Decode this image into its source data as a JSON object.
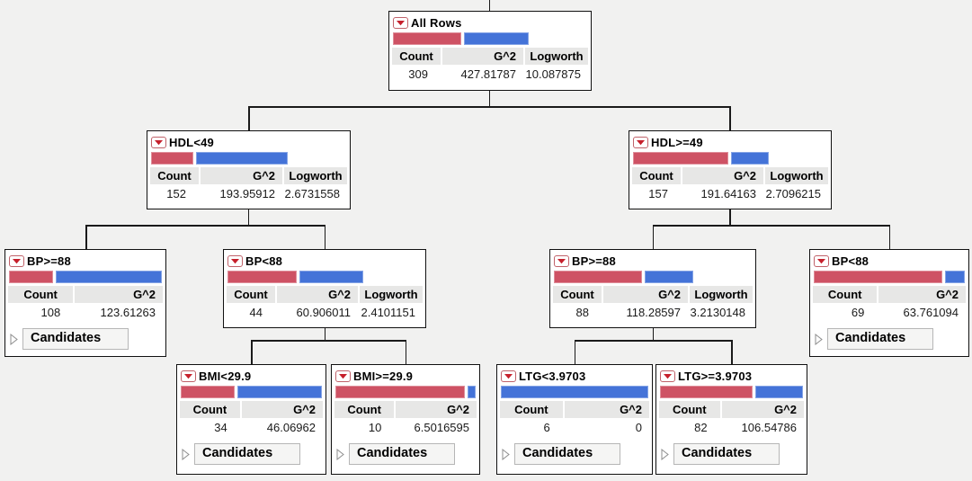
{
  "labels": {
    "candidates": "Candidates"
  },
  "columns": {
    "count": "Count",
    "g2": "G^2",
    "logworth": "Logworth"
  },
  "colors": {
    "red": "#ce5264",
    "blue": "#4473d8",
    "header_band": "#e7e7e6",
    "node_background": "#ffffff",
    "page_background": "#f1f1f0"
  },
  "nodes": {
    "all_rows": {
      "label": "All Rows",
      "count": "309",
      "g2": "427.81787",
      "logworth": "10.087875",
      "red_pct": 50,
      "blue_pct": 50
    },
    "hdl_lt_49": {
      "label": "HDL<49",
      "count": "152",
      "g2": "193.95912",
      "logworth": "2.6731558",
      "red_pct": 31,
      "blue_pct": 69,
      "parent": "All Rows"
    },
    "hdl_ge_49": {
      "label": "HDL>=49",
      "count": "157",
      "g2": "191.64163",
      "logworth": "2.7096215",
      "red_pct": 70,
      "blue_pct": 30,
      "parent": "All Rows"
    },
    "bp_ge_88_left": {
      "label": "BP>=88",
      "count": "108",
      "g2": "123.61263",
      "red_pct": 29,
      "blue_pct": 71,
      "parent": "HDL<49"
    },
    "bp_lt_88_left": {
      "label": "BP<88",
      "count": "44",
      "g2": "60.906011",
      "logworth": "2.4101151",
      "red_pct": 51,
      "blue_pct": 49,
      "parent": "HDL<49"
    },
    "bp_ge_88_right": {
      "label": "BP>=88",
      "count": "88",
      "g2": "118.28597",
      "logworth": "3.2130148",
      "red_pct": 63,
      "blue_pct": 37,
      "parent": "HDL>=49"
    },
    "bp_lt_88_right": {
      "label": "BP<88",
      "count": "69",
      "g2": "63.761094",
      "red_pct": 85,
      "blue_pct": 15,
      "parent": "HDL>=49"
    },
    "bmi_lt": {
      "label": "BMI<29.9",
      "count": "34",
      "g2": "46.06962",
      "red_pct": 38,
      "blue_pct": 62,
      "parent": "BP<88"
    },
    "bmi_ge": {
      "label": "BMI>=29.9",
      "count": "10",
      "g2": "6.5016595",
      "red_pct": 92,
      "blue_pct": 8,
      "parent": "BP<88"
    },
    "ltg_lt": {
      "label": "LTG<3.9703",
      "count": "6",
      "g2": "0",
      "red_pct": 0,
      "blue_pct": 100,
      "parent": "BP>=88"
    },
    "ltg_ge": {
      "label": "LTG>=3.9703",
      "count": "82",
      "g2": "106.54786",
      "red_pct": 65,
      "blue_pct": 35,
      "parent": "BP>=88"
    }
  }
}
